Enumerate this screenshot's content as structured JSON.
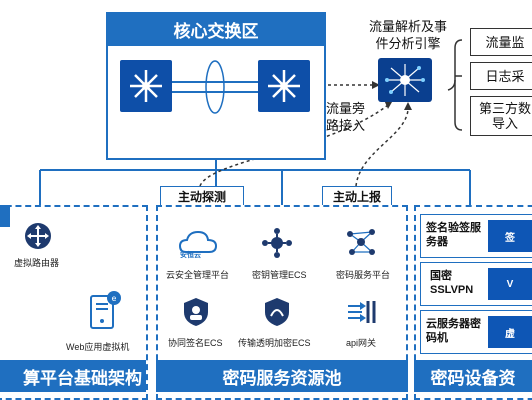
{
  "core": {
    "title": "核心交换区"
  },
  "engine": {
    "label_line1": "流量解析及事",
    "label_line2": "件分析引擎"
  },
  "bypass": {
    "line1": "流量旁",
    "line2": "路接入"
  },
  "modules": [
    {
      "label": "流量监"
    },
    {
      "label": "日志采"
    },
    {
      "label_line1": "第三方数",
      "label_line2": "导入"
    }
  ],
  "actions": {
    "probe": "主动探测",
    "report": "主动上报"
  },
  "left_panel": {
    "router_label": "虚拟路由器",
    "vm_label": "Web应用虚拟机",
    "band": "算平台基础架构"
  },
  "middle_panel": {
    "items": [
      {
        "label": "云安全管理平台",
        "logo_text": "安恒云"
      },
      {
        "label": "密钥管理ECS"
      },
      {
        "label": "密码服务平台"
      },
      {
        "label": "协同签名ECS"
      },
      {
        "label": "传输透明加密ECS"
      },
      {
        "label": "api网关"
      }
    ],
    "band": "密码服务资源池"
  },
  "right_panel": {
    "devices": [
      {
        "line1": "签名验签服",
        "line2": "务器",
        "tag": "签"
      },
      {
        "line1": "国密",
        "line2": "SSLVPN",
        "tag": "V"
      },
      {
        "line1": "云服务器密",
        "line2": "码机",
        "tag": "虚"
      }
    ],
    "band": "密码设备资"
  },
  "colors": {
    "primary": "#1f6fc0",
    "dark": "#0e4fa8"
  }
}
